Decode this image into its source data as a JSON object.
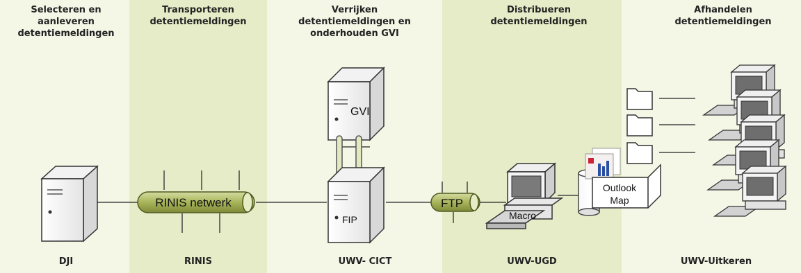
{
  "colors": {
    "band_light": "#f4f7e6",
    "band_dark": "#e6ecc7",
    "pipe_fill": "#b6c06a",
    "pipe_stroke": "#55602a",
    "server_fill": "#ffffff",
    "server_stroke": "#333333"
  },
  "columns": [
    {
      "heading_lines": [
        "Selecteren en",
        "aanleveren",
        "detentiemeldingen"
      ],
      "footer": "DJI"
    },
    {
      "heading_lines": [
        "Transporteren",
        "detentiemeldingen"
      ],
      "footer": "RINIS"
    },
    {
      "heading_lines": [
        "Verrijken",
        "detentiemeldingen en",
        "onderhouden GVI"
      ],
      "footer": "UWV- CICT"
    },
    {
      "heading_lines": [
        "Distribueren",
        "detentiemeldingen"
      ],
      "footer": "UWV-UGD"
    },
    {
      "heading_lines": [
        "Afhandelen",
        "detentiemeldingen"
      ],
      "footer": "UWV-Uitkeren"
    }
  ],
  "nodes": {
    "rinis_pipe": "RINIS netwerk",
    "gvi_server": "GVI",
    "fip_server": "FIP",
    "ftp_pipe": "FTP",
    "macro_pc": "Macro",
    "outlook_map_line1": "Outlook",
    "outlook_map_line2": "Map"
  }
}
